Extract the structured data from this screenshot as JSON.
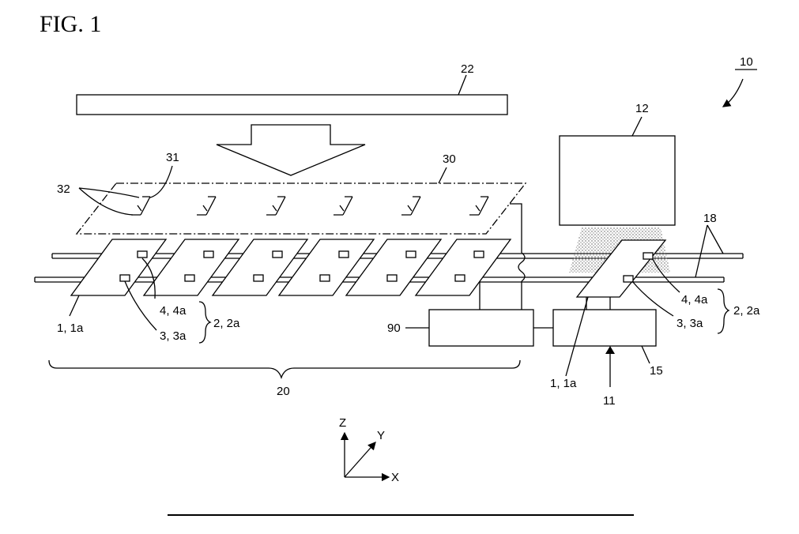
{
  "figure": {
    "title": "FIG.  1",
    "labels": {
      "system": "10",
      "light_source": "22",
      "mask": "30",
      "mask_pattern": "31",
      "mask_openings": "32",
      "camera": "12",
      "rails": "18",
      "stage_region": "20",
      "controller": "90",
      "inspection_unit": "11",
      "inspection_stage": "15",
      "substrate": "1, 1a",
      "mark_upper": "4, 4a",
      "mark_lower": "3, 3a",
      "mark_group": "2, 2a",
      "substrate_right": "1, 1a",
      "mark_upper_right": "4, 4a",
      "mark_lower_right": "3, 3a",
      "mark_group_right": "2, 2a"
    },
    "axes": {
      "z": "Z",
      "y": "Y",
      "x": "X"
    }
  }
}
